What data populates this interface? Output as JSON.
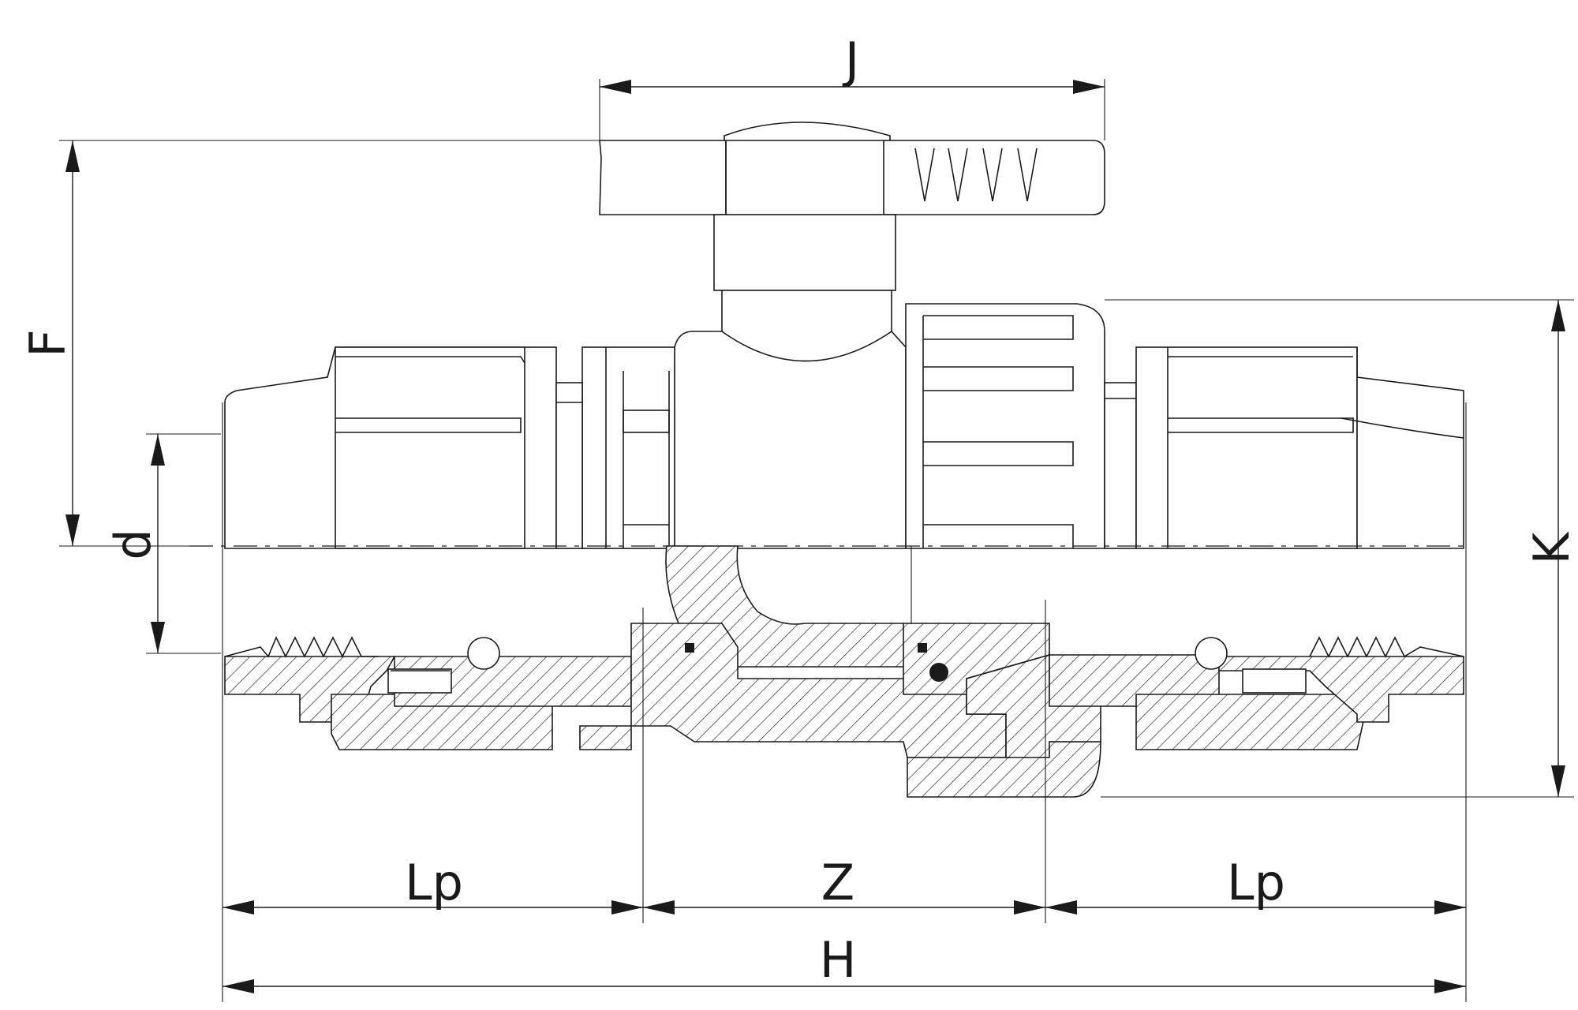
{
  "dimensions": {
    "J": "J",
    "F": "F",
    "d": "d",
    "K": "K",
    "Lp_left": "Lp",
    "Z": "Z",
    "Lp_right": "Lp",
    "H": "H"
  },
  "colors": {
    "line": "#1a1a1a",
    "background": "#ffffff"
  }
}
